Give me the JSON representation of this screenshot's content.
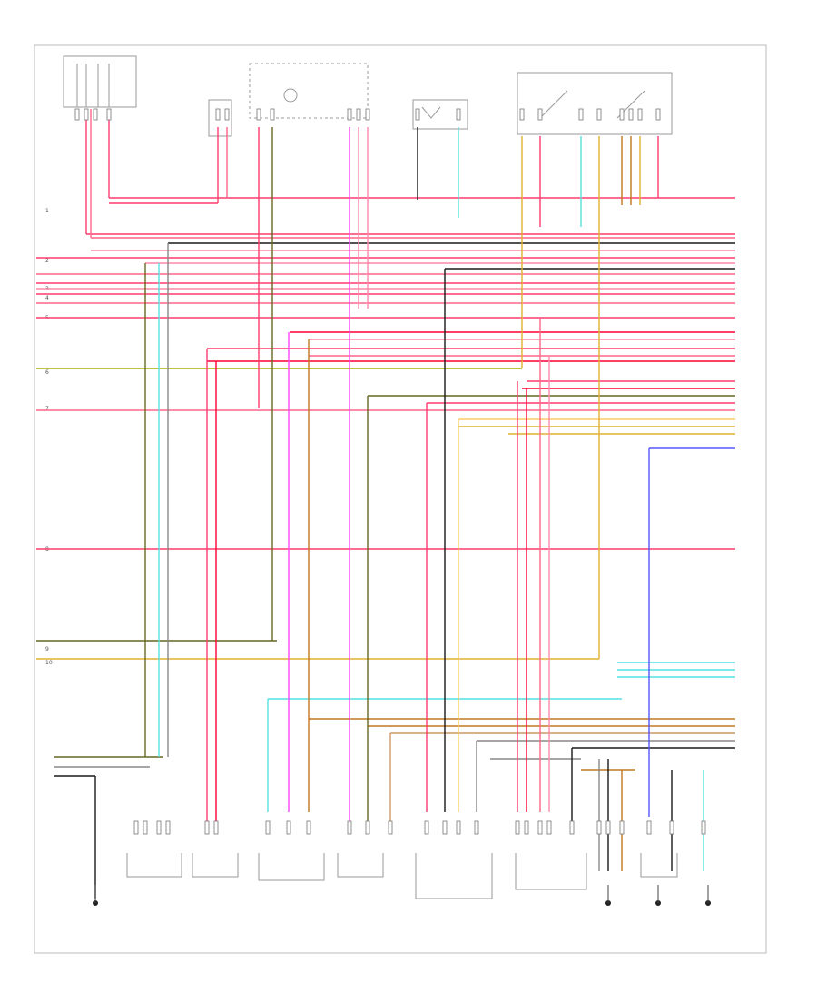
{
  "diagram": {
    "footer_code": "",
    "row_markers": [
      "1",
      "2",
      "3",
      "4",
      "5",
      "6",
      "7",
      "8",
      "9",
      "10"
    ],
    "wires": [
      {
        "id": "w01",
        "color": "#ff3b6e",
        "label": ""
      },
      {
        "id": "w02",
        "color": "#ff6688",
        "label": ""
      },
      {
        "id": "w03",
        "color": "#1a1a1a",
        "label": ""
      },
      {
        "id": "w04",
        "color": "#ff88aa",
        "label": ""
      },
      {
        "id": "w05",
        "color": "#e0b030",
        "label": ""
      },
      {
        "id": "w06",
        "color": "#aab000",
        "label": ""
      },
      {
        "id": "w07",
        "color": "#ff44ff",
        "label": ""
      },
      {
        "id": "w08",
        "color": "#ff0033",
        "label": ""
      },
      {
        "id": "w09",
        "color": "#3399ff",
        "label": ""
      },
      {
        "id": "w10",
        "color": "#888888",
        "label": ""
      },
      {
        "id": "w11",
        "color": "#55e0e0",
        "label": ""
      },
      {
        "id": "w12",
        "color": "#c07820",
        "label": ""
      },
      {
        "id": "w13",
        "color": "#666622",
        "label": ""
      },
      {
        "id": "w14",
        "color": "#ffcc66",
        "label": ""
      },
      {
        "id": "w15",
        "color": "#5555ff",
        "label": ""
      },
      {
        "id": "w16",
        "color": "#cc9966",
        "label": ""
      }
    ],
    "components": [
      {
        "id": "c01",
        "name": ""
      },
      {
        "id": "c02",
        "name": ""
      },
      {
        "id": "c03",
        "name": ""
      },
      {
        "id": "c04",
        "name": ""
      },
      {
        "id": "c05",
        "name": ""
      },
      {
        "id": "c06",
        "name": ""
      },
      {
        "id": "c07",
        "name": ""
      },
      {
        "id": "c08",
        "name": ""
      },
      {
        "id": "c09",
        "name": ""
      },
      {
        "id": "c10",
        "name": ""
      },
      {
        "id": "c11",
        "name": ""
      },
      {
        "id": "c12",
        "name": ""
      },
      {
        "id": "c13",
        "name": ""
      },
      {
        "id": "c14",
        "name": ""
      },
      {
        "id": "c15",
        "name": ""
      },
      {
        "id": "c16",
        "name": ""
      },
      {
        "id": "c17",
        "name": ""
      },
      {
        "id": "c18",
        "name": ""
      }
    ]
  }
}
